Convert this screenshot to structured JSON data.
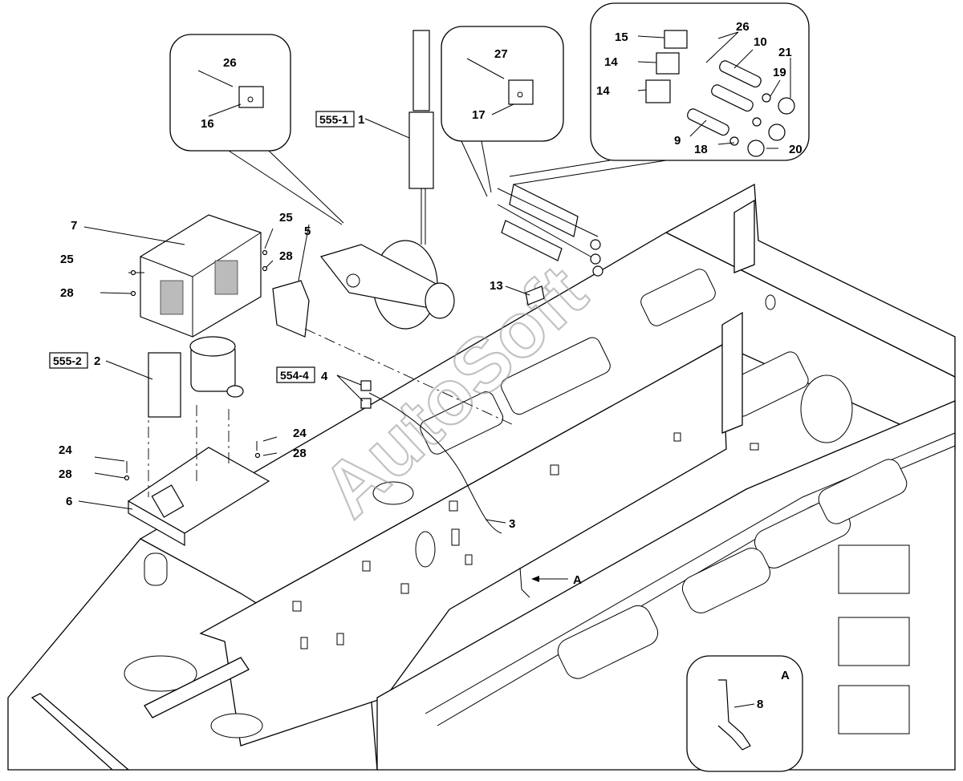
{
  "watermark": "AutoSoft",
  "detail_label": "A",
  "arrow_label": "A",
  "ref_boxes": {
    "r555_1": "555-1",
    "r555_2": "555-2",
    "r554_4": "554-4"
  },
  "callouts": {
    "c1": "1",
    "c2": "2",
    "c3": "3",
    "c4": "4",
    "c5": "5",
    "c6": "6",
    "c7": "7",
    "c8": "8",
    "c9": "9",
    "c10": "10",
    "c13": "13",
    "c14a": "14",
    "c14b": "14",
    "c15": "15",
    "c16": "16",
    "c17": "17",
    "c18": "18",
    "c19": "19",
    "c20": "20",
    "c21": "21",
    "c24a": "24",
    "c24b": "24",
    "c25a": "25",
    "c25b": "25",
    "c26a": "26",
    "c26b": "26",
    "c27": "27",
    "c28a": "28",
    "c28b": "28",
    "c28c": "28",
    "c28d": "28"
  }
}
